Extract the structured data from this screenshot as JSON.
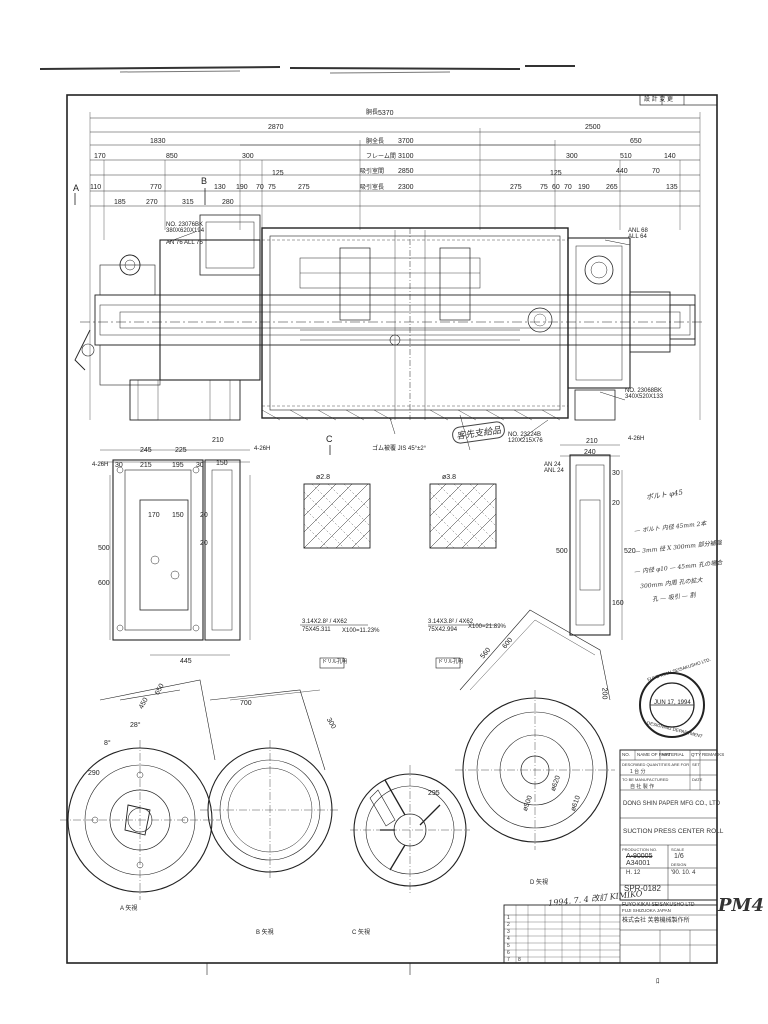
{
  "drawing": {
    "revision_label": "設 計 変 更",
    "overall_length": "5370",
    "dims_top": [
      "2870",
      "2500",
      "1830",
      "650",
      "3700",
      "170",
      "850",
      "300",
      "3100",
      "300",
      "510",
      "140",
      "2850",
      "440",
      "70",
      "2300",
      "110",
      "770",
      "130",
      "190",
      "70",
      "75",
      "275",
      "275",
      "75",
      "60",
      "70",
      "190",
      "265",
      "135",
      "185",
      "270",
      "315",
      "280",
      "125",
      "125"
    ],
    "dim_row_labels": [
      "胴長",
      "胴全長",
      "フレーム間",
      "吸引室間",
      "吸引室長"
    ],
    "section_markers": [
      "A",
      "B",
      "C"
    ],
    "bearing_left": "NO. 23076BK\n380X620X194",
    "bearing_left_sub": "AN 76  ALL 76",
    "bearing_right_sub": "ANL 68\nALL 64",
    "bearing_right": "NO. 23068BK\n340X520X133",
    "bearing_mid": "NO. 23224B\n120X215X76",
    "bearing_mid_sub": "AN 24\nANL 24",
    "side_dims_left": [
      "245",
      "225",
      "30",
      "215",
      "195",
      "30",
      "4-26H",
      "170",
      "150",
      "20",
      "20",
      "445",
      "500",
      "600"
    ],
    "side_dims_right": [
      "4-26H",
      "210",
      "240",
      "30",
      "520",
      "500",
      "160",
      "20"
    ],
    "mid_dims": [
      "210",
      "150",
      "4-26H"
    ],
    "hole_note_1": "ø2.8",
    "hole_note_2": "ø3.8",
    "hole_calc_1": "3.14X2.8² / 4X62\n75X45.311",
    "hole_calc_1_result": "X100=11.23%",
    "hole_calc_2": "3.14X3.8² / 4X62\n75X42.994",
    "hole_calc_2_result": "X100=21.89%",
    "hole_tag_1": "ドリル孔明",
    "hole_tag_2": "ドリル孔明",
    "annotation_paint": "ゴム被覆  JIS 45°±2°",
    "handwritten_box": "客先支給品",
    "handwritten_notes": [
      "ボルト  φ45",
      "— ボルト 内径 45mm 2本",
      "— 3mm 径 X 300mm 部分補強",
      "— 内径 φ10 — 45mm 孔の場合",
      "  300mm 内周 孔の拡大",
      "  孔 — 吸引 — 割"
    ],
    "end_views": [
      "A 矢視",
      "B 矢視",
      "C 矢視",
      "D 矢視"
    ],
    "end_dims": [
      "650",
      "450",
      "700",
      "300",
      "560",
      "600",
      "200",
      "ø620",
      "ø500",
      "ø610",
      "290",
      "295",
      "28°",
      "8°"
    ],
    "stamp_lines": [
      "FUYO KIKAI SEISAKUSHO LTD.",
      "JUN 17, 1994",
      "DESIGNING DEPARTMENT"
    ],
    "handwritten_date": "1994. 7. 4  改訂  KIMIKO",
    "sheet_mark": "PM4",
    "bottom_mark": "ﾛ"
  },
  "title_block": {
    "col_headers": [
      "NO.",
      "NAME OF PART",
      "MATERIAL",
      "Q'TY",
      "REMARKS"
    ],
    "row_1": [
      "DESCRIBED QUANTITIES ARE FOR",
      "SET"
    ],
    "row_1b": "1 台 分",
    "row_2": [
      "TO BE MANUFACTURED",
      "DATE"
    ],
    "row_2b": "自 社 製 作",
    "customer": "DONG SHIN PAPER MFG CO., LTD",
    "title": "SUCTION PRESS CENTER ROLL",
    "production_no_label": "PRODUCTION NO.",
    "production_no": "A-90005",
    "production_no_2": "A34001",
    "scale_label": "SCALE",
    "scale": "1/6",
    "date_label": "DESIGN",
    "date": "'90. 10. 4",
    "drawing_no": "SPR-0182",
    "checked": "H. 12",
    "company_en": "FUYO KIKAI SEISAKUSHO LTD",
    "company_city": "FUJI SHIZUOKA JAPAN",
    "company_jp": "株式会社  芙蓉機械製作所",
    "revision_rows": [
      "1",
      "2",
      "3",
      "4",
      "5",
      "6",
      "7",
      "8"
    ]
  }
}
